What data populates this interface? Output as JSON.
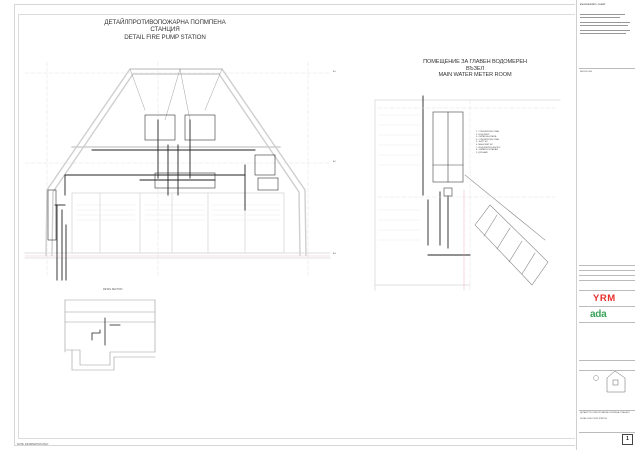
{
  "sheet": {
    "drawing_1": {
      "title_bg": "ДЕТАЙЛПРОТИВОПОЖАРНА ПОПМПЕНА",
      "title_bg_2": "СТАНЦИЯ",
      "title_en": "DETAIL FIRE PUMP STATION"
    },
    "drawing_2": {
      "title_bg": "ПОМЕЩЕНИЕ ЗА ГЛАВЕН ВОДОМЕРЕН",
      "title_bg_2": "ВЪЗЕЛ",
      "title_en": "MAIN WATER METER ROOM"
    },
    "section_detail_label": "DETAIL SECTION",
    "footer_note": "NOTE: INFORMATION ONLY",
    "grid_labels": [
      "A1",
      "A2",
      "A3"
    ],
    "notes_list": [
      "1. СПИРАТЕЛЕН КРАН",
      "2. ВОДОМЕР",
      "3. ОБРАТНА КЛАПА",
      "4. СПИРАТЕЛЕН КРАН",
      "5. ФИЛТЪР",
      "6. МАНОМЕТЪР",
      "7. ВОДОМЕРЕН ВЪЗЕЛ",
      "8. ОБРАТЕН КЛАПАН",
      "9. ДРЕНАЖ"
    ]
  },
  "title_block": {
    "header": "ВЪЗЛОЖИТЕЛ / CLIENT",
    "revision_label": "REVISIONS",
    "logo_architect": "YRM",
    "logo_engineer": "ada",
    "drawing_title": "ДЕТАЙЛ ПРОТИВОПОЖАРНА ПОМПЕНА СТАНЦИЯ",
    "drawing_title_en": "DETAIL FIRE PUMP STATION",
    "sheet_number": "1",
    "colors": {
      "yrm": "#e8302d",
      "ada": "#3aa35a"
    }
  }
}
